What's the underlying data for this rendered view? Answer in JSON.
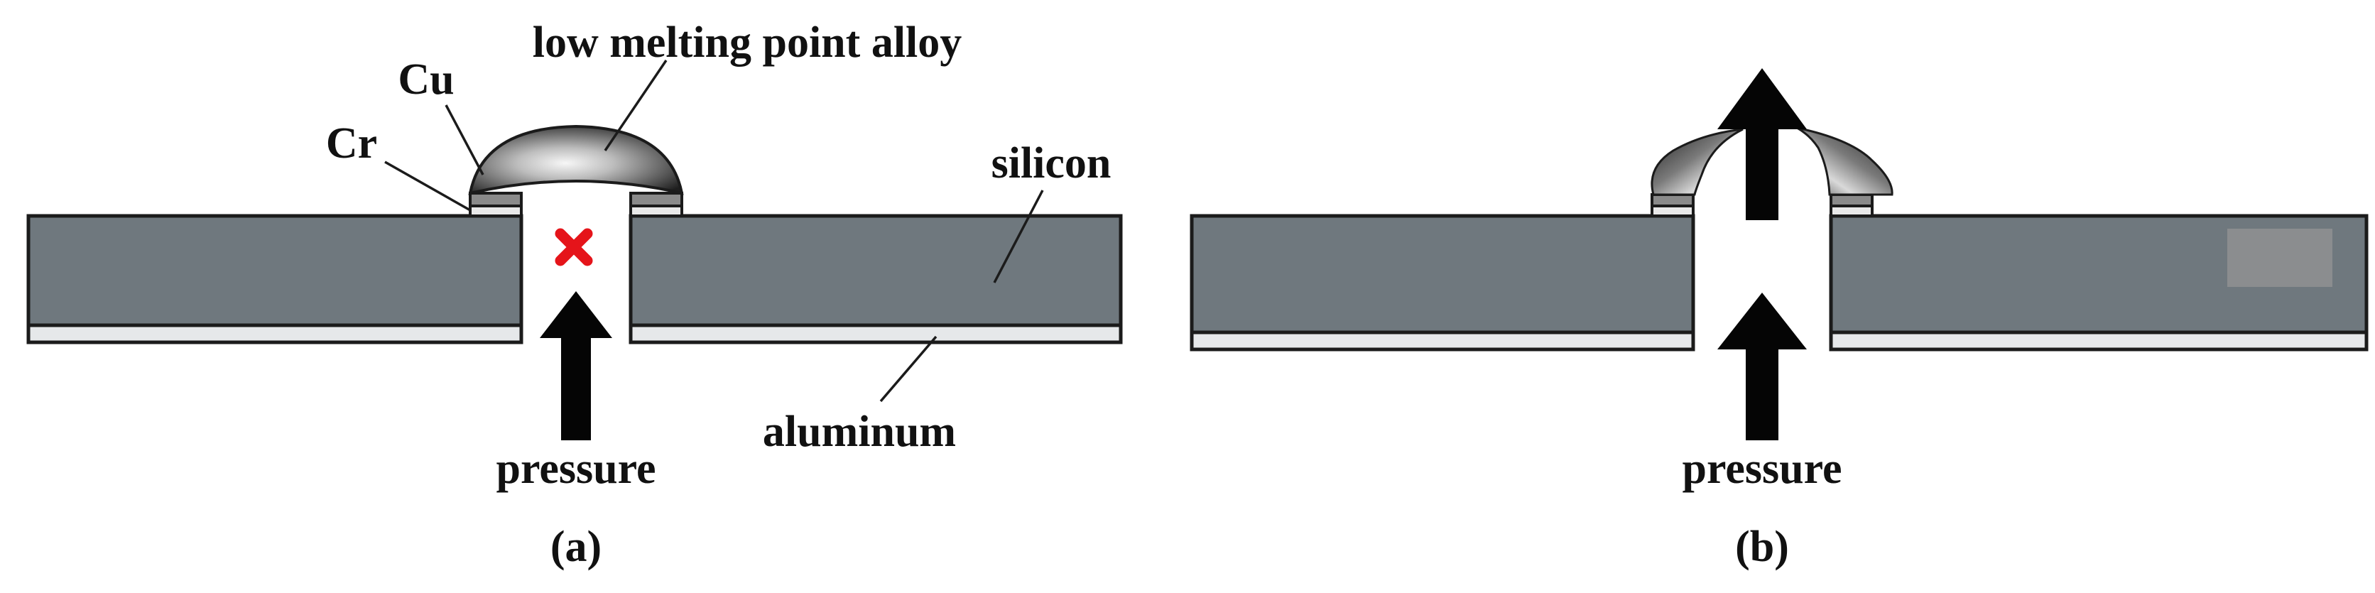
{
  "labels": {
    "low_melting_point_alloy": "low melting point alloy",
    "cu": "Cu",
    "cr": "Cr",
    "silicon": "silicon",
    "aluminum": "aluminum",
    "pressure_a": "pressure",
    "pressure_b": "pressure",
    "caption_a": "(a)",
    "caption_b": "(b)"
  },
  "colors": {
    "silicon": "#6f787e",
    "aluminum": "#e6e8ea",
    "outline": "#1b1b1b",
    "arrow": "#050505",
    "blocked_mark": "#e5141a",
    "alloy_highlight": "#f4f4f4",
    "alloy_shadow": "#2a2a2a"
  },
  "icons": {
    "blocked": "red-x-icon",
    "pressure_arrow": "up-arrow-icon"
  }
}
